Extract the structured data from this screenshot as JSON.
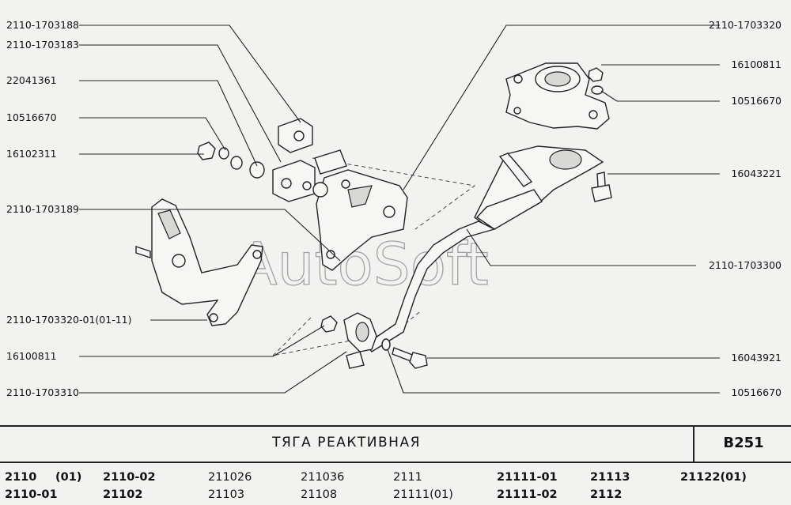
{
  "watermark": "AutoSoft",
  "labels": {
    "left": [
      "2110-1703188",
      "2110-1703183",
      "22041361",
      "10516670",
      "16102311",
      "2110-1703189",
      "2110-1703320-01(01-11)",
      "16100811",
      "2110-1703310"
    ],
    "right": [
      "2110-1703320",
      "16100811",
      "10516670",
      "16043221",
      "2110-1703300",
      "16043921",
      "10516670"
    ]
  },
  "title": "ТЯГА  РЕАКТИВНАЯ",
  "code": "В251",
  "models": [
    {
      "text": "2110",
      "bold": true
    },
    {
      "text": "(01)",
      "bold": true
    },
    {
      "text": "2110-02",
      "bold": true
    },
    {
      "text": "211026",
      "bold": false
    },
    {
      "text": "211036",
      "bold": false
    },
    {
      "text": "2111",
      "bold": false
    },
    {
      "text": "21111-01",
      "bold": true
    },
    {
      "text": "21113",
      "bold": true
    },
    {
      "text": "21122(01)",
      "bold": true
    },
    {
      "text": "2110-01",
      "bold": true
    },
    {
      "text": "21102",
      "bold": true
    },
    {
      "text": "21103",
      "bold": false
    },
    {
      "text": "21108",
      "bold": false
    },
    {
      "text": "21111(01)",
      "bold": false
    },
    {
      "text": "21111-02",
      "bold": true
    },
    {
      "text": "2112",
      "bold": true
    }
  ]
}
